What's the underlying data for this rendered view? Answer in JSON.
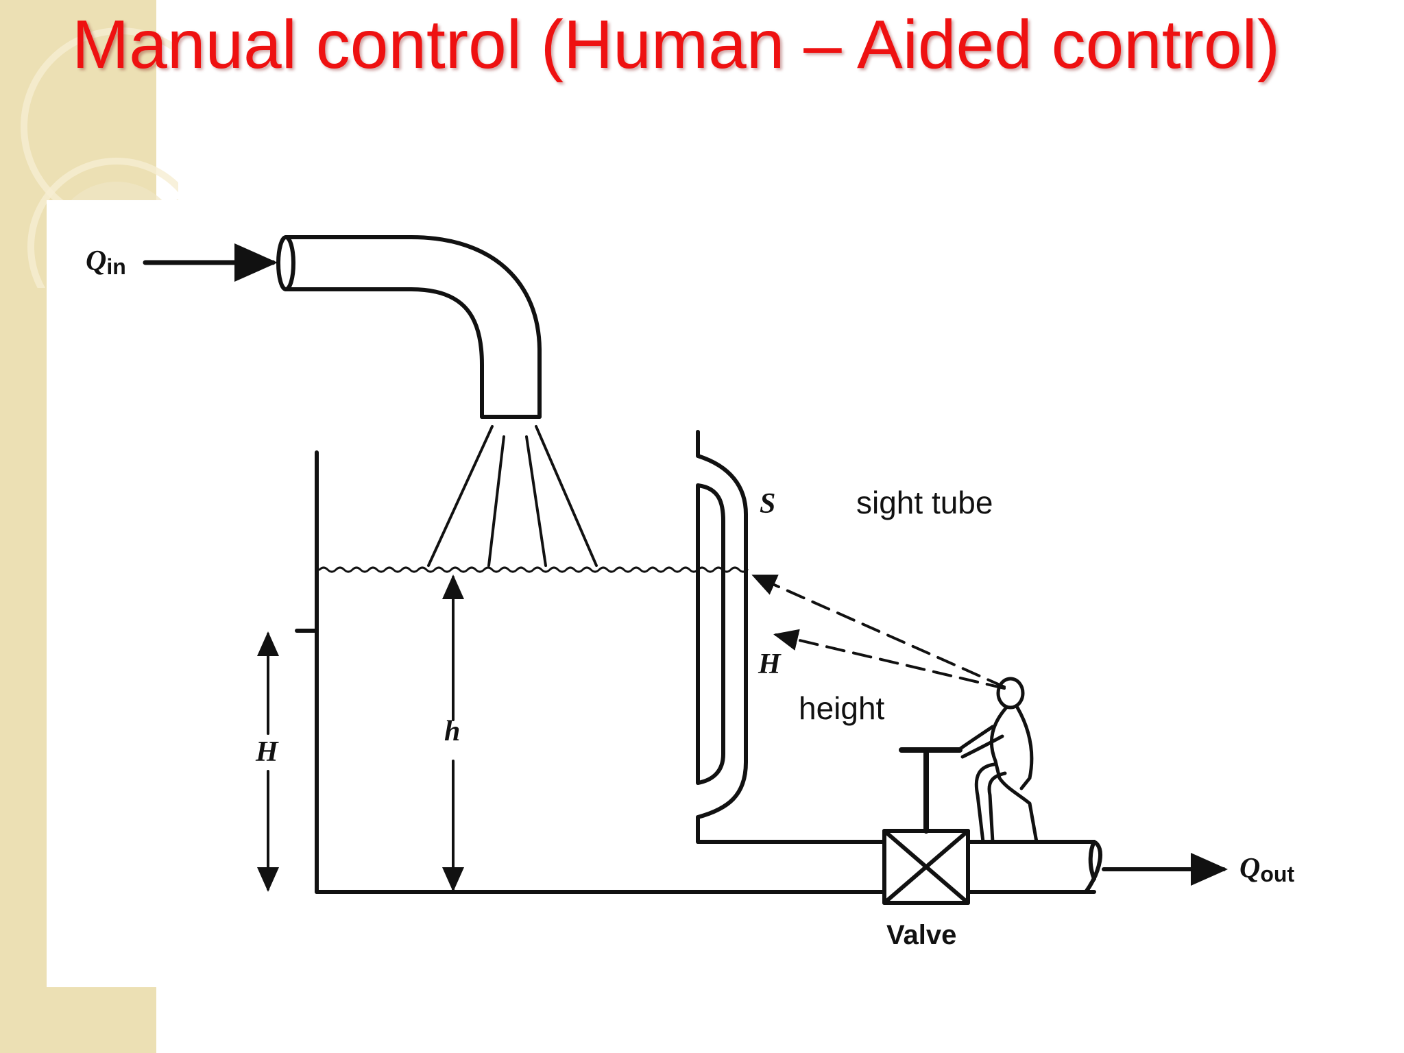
{
  "slide": {
    "title": "Manual control (Human – Aided control)",
    "colors": {
      "title": "#ee1111",
      "side_band": "#ece0b4",
      "ink": "#111111"
    }
  },
  "diagram": {
    "flow_in": {
      "symbol": "Q",
      "subscript": "in"
    },
    "flow_out": {
      "symbol": "Q",
      "subscript": "out"
    },
    "sight_tube_symbol": "S",
    "height_symbol": "H",
    "level_symbol": "h",
    "tank_height_symbol": "H",
    "valve_label": "Valve",
    "annotations": {
      "sight_tube": "sight tube",
      "height": "height"
    },
    "icons": [
      "inflow-pipe",
      "tank",
      "sight-tube",
      "valve-icon",
      "operator-figure"
    ]
  }
}
